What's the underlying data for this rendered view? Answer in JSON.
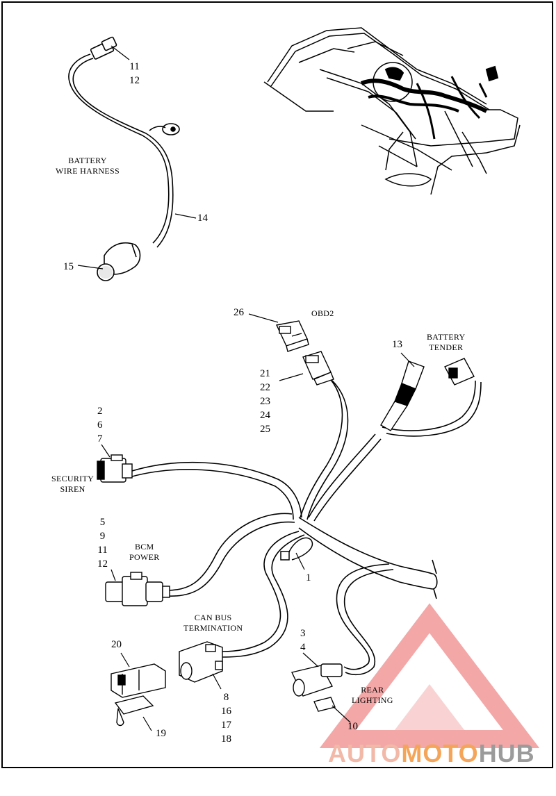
{
  "callouts": {
    "c11_12_top": [
      "11",
      "12"
    ],
    "c14": "14",
    "c15": "15",
    "c26": "26",
    "c13": "13",
    "c21_25": [
      "21",
      "22",
      "23",
      "24",
      "25"
    ],
    "c2_6_7": [
      "2",
      "6",
      "7"
    ],
    "c5_12": [
      "5",
      "9",
      "11",
      "12"
    ],
    "c1": "1",
    "c3_4": [
      "3",
      "4"
    ],
    "c20": "20",
    "c8_18": [
      "8",
      "16",
      "17",
      "18"
    ],
    "c19": "19",
    "c10": "10"
  },
  "captions": {
    "battery_harness": [
      "BATTERY",
      "WIRE HARNESS"
    ],
    "obd2": "OBD2",
    "battery_tender": [
      "BATTERY",
      "TENDER"
    ],
    "security_siren": [
      "SECURITY",
      "SIREN"
    ],
    "bcm_power": [
      "BCM",
      "POWER"
    ],
    "can_bus": [
      "CAN BUS",
      "TERMINATION"
    ],
    "rear_lighting": [
      "REAR",
      "LIGHTING"
    ]
  },
  "watermark": {
    "part1": "AUTO",
    "part2": "MOTO",
    "part3": "HUB",
    "color1": "#f2b8a8",
    "color2": "#f4a55a",
    "color3": "#9b9b9b",
    "logo_color": "#f08a8a",
    "logo_icon": "triangle-logo-icon"
  }
}
